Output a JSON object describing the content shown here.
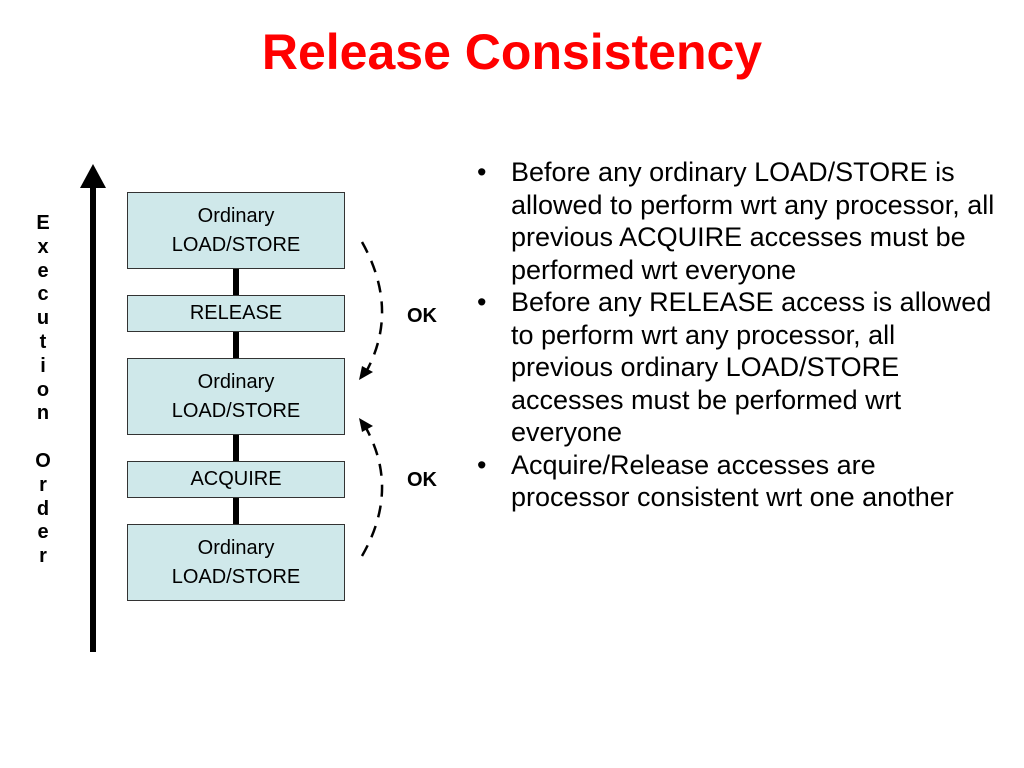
{
  "title": "Release Consistency",
  "axis_label": [
    "E",
    "x",
    "e",
    "c",
    "u",
    "t",
    "i",
    "o",
    "n",
    "",
    "O",
    "r",
    "d",
    "e",
    "r"
  ],
  "boxes": [
    {
      "line1": "Ordinary",
      "line2": "LOAD/STORE"
    },
    {
      "line1": "RELEASE",
      "line2": ""
    },
    {
      "line1": "Ordinary",
      "line2": "LOAD/STORE"
    },
    {
      "line1": "ACQUIRE",
      "line2": ""
    },
    {
      "line1": "Ordinary",
      "line2": "LOAD/STORE"
    }
  ],
  "ok_labels": [
    "OK",
    "OK"
  ],
  "bullet_marker": "•",
  "bullets": [
    "Before any ordinary LOAD/STORE is allowed to perform wrt any processor, all previous ACQUIRE accesses must be performed wrt everyone",
    "Before any RELEASE access is allowed to perform wrt any processor, all previous ordinary LOAD/STORE accesses must be performed wrt everyone",
    "Acquire/Release accesses are processor consistent wrt one another"
  ],
  "colors": {
    "title": "#ff0000",
    "box_fill": "#cfe8ea",
    "text": "#000000"
  }
}
